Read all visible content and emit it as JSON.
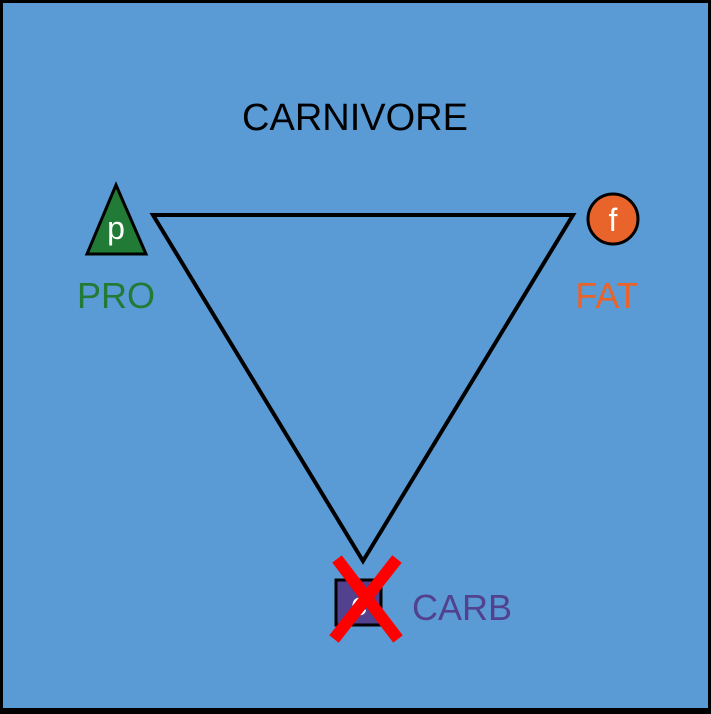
{
  "title": "CARNIVORE",
  "nodes": {
    "protein": {
      "symbol": "p",
      "label": "PRO",
      "shape": "triangle",
      "fill": "#217a35",
      "label_color": "#217a35"
    },
    "fat": {
      "symbol": "f",
      "label": "FAT",
      "shape": "circle",
      "fill": "#e8642a",
      "label_color": "#e8642a"
    },
    "carb": {
      "symbol": "c",
      "label": "CARB",
      "shape": "square",
      "fill": "#51418f",
      "label_color": "#51418f",
      "excluded": true,
      "exclusion_mark_color": "#ff0000"
    }
  },
  "colors": {
    "background": "#5b9bd5",
    "outline": "#000000",
    "title": "#000000"
  }
}
